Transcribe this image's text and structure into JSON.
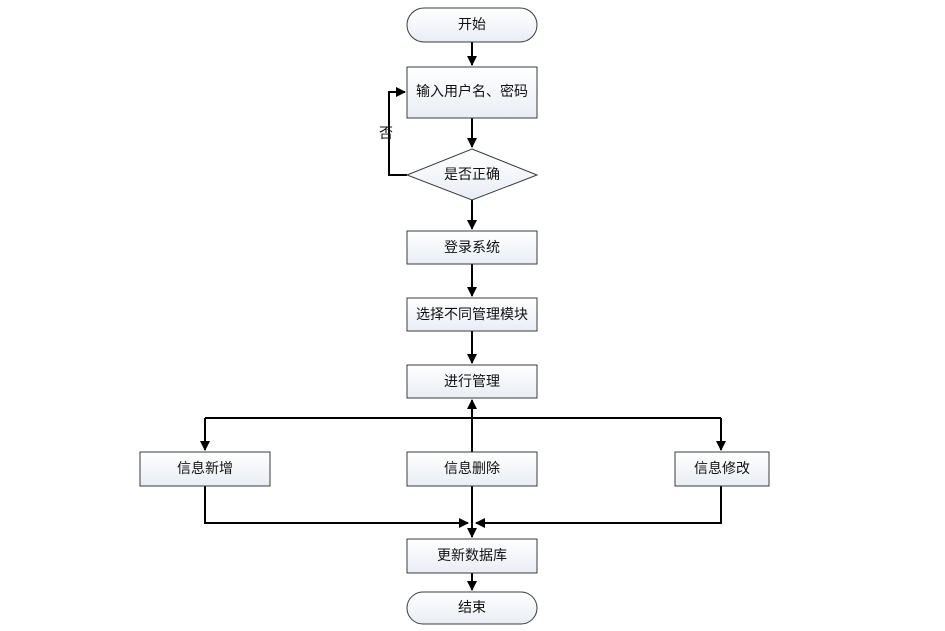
{
  "nodes": {
    "start": "开始",
    "input": "输入用户名、密码",
    "check": "是否正确",
    "login": "登录系统",
    "select": "选择不同管理模块",
    "manage": "进行管理",
    "add": "信息新增",
    "delete": "信息删除",
    "modify": "信息修改",
    "update": "更新数据库",
    "end": "结束"
  },
  "edge_labels": {
    "no": "否"
  },
  "colors": {
    "box_top": "#ffffff",
    "box_bottom": "#e9edf4",
    "stroke": "#3b3b3b",
    "line": "#000000"
  }
}
